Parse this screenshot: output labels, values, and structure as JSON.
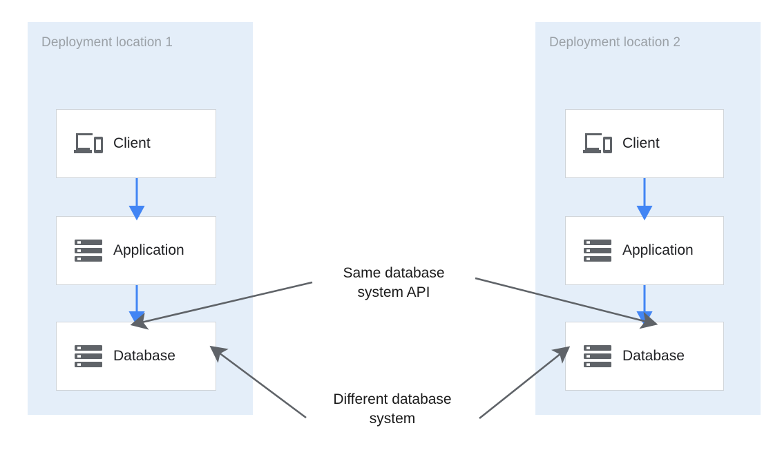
{
  "diagram": {
    "background_color": "#ffffff",
    "zone_color": "#e4eef9",
    "arrow_color_flow": "#4285f4",
    "arrow_color_callout": "#5f6368",
    "node_border_color": "#cfd4d9",
    "node_label_color": "#202124",
    "zone_title_color": "#9aa0a6",
    "zones": [
      {
        "id": "zone-1",
        "title": "Deployment location 1",
        "nodes": [
          {
            "id": "client-1",
            "label": "Client",
            "icon": "devices-icon"
          },
          {
            "id": "application-1",
            "label": "Application",
            "icon": "server-icon"
          },
          {
            "id": "database-1",
            "label": "Database",
            "icon": "server-icon"
          }
        ]
      },
      {
        "id": "zone-2",
        "title": "Deployment location 2",
        "nodes": [
          {
            "id": "client-2",
            "label": "Client",
            "icon": "devices-icon"
          },
          {
            "id": "application-2",
            "label": "Application",
            "icon": "server-icon"
          },
          {
            "id": "database-2",
            "label": "Database",
            "icon": "server-icon"
          }
        ]
      }
    ],
    "callouts": [
      {
        "id": "callout-same-api",
        "text": "Same database\nsystem API"
      },
      {
        "id": "callout-different-system",
        "text": "Different database\nsystem"
      }
    ]
  }
}
